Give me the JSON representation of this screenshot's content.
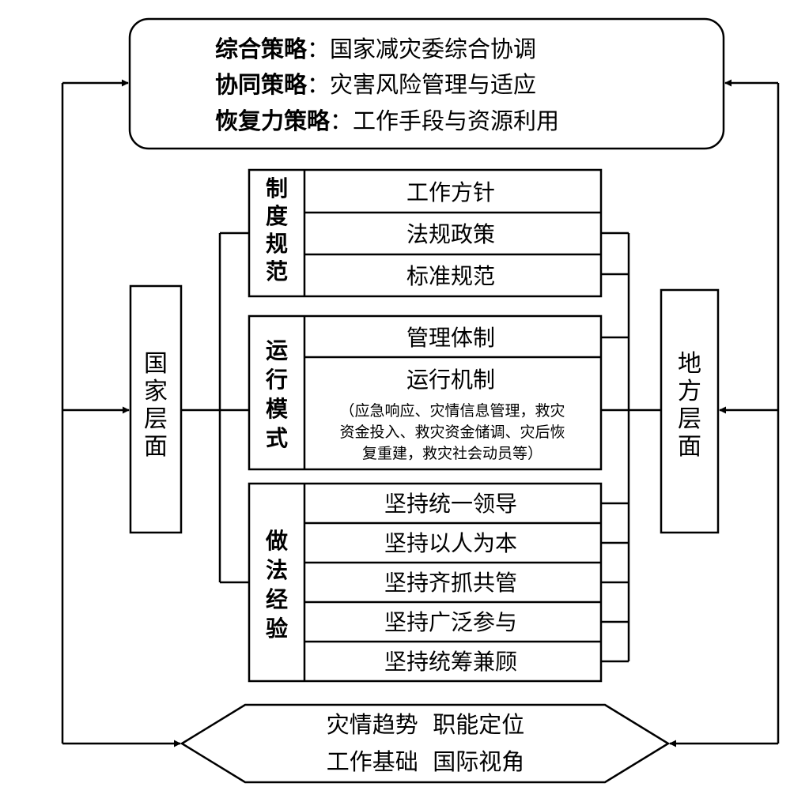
{
  "strategies": [
    {
      "label": "综合策略",
      "sep": "：",
      "text": "国家减灾委综合协调"
    },
    {
      "label": "协同策略",
      "sep": "：",
      "text": "灾害风险管理与适应"
    },
    {
      "label": "恢复力策略",
      "sep": "：",
      "text": "工作手段与资源利用"
    }
  ],
  "national_level": [
    "国",
    "家",
    "层",
    "面"
  ],
  "local_level": [
    "地",
    "方",
    "层",
    "面"
  ],
  "groups": {
    "system": {
      "label": [
        "制",
        "度",
        "规",
        "范"
      ],
      "items": [
        "工作方针",
        "法规政策",
        "标准规范"
      ]
    },
    "operation": {
      "label": [
        "运",
        "行",
        "模",
        "式"
      ],
      "items": [
        "管理体制"
      ],
      "mechanism_title": "运行机制",
      "mechanism_detail": [
        "（应急响应、灾情信息管理，救灾",
        "资金投入、救灾资金储调、灾后恢",
        "复重建，救灾社会动员等）"
      ]
    },
    "practice": {
      "label": [
        "做",
        "法",
        "经",
        "验"
      ],
      "items": [
        "坚持统一领导",
        "坚持以人为本",
        "坚持齐抓共管",
        "坚持广泛参与",
        "坚持统筹兼顾"
      ]
    }
  },
  "foundation": {
    "line1": "灾情趋势  职能定位",
    "line2": "工作基础  国际视角"
  }
}
